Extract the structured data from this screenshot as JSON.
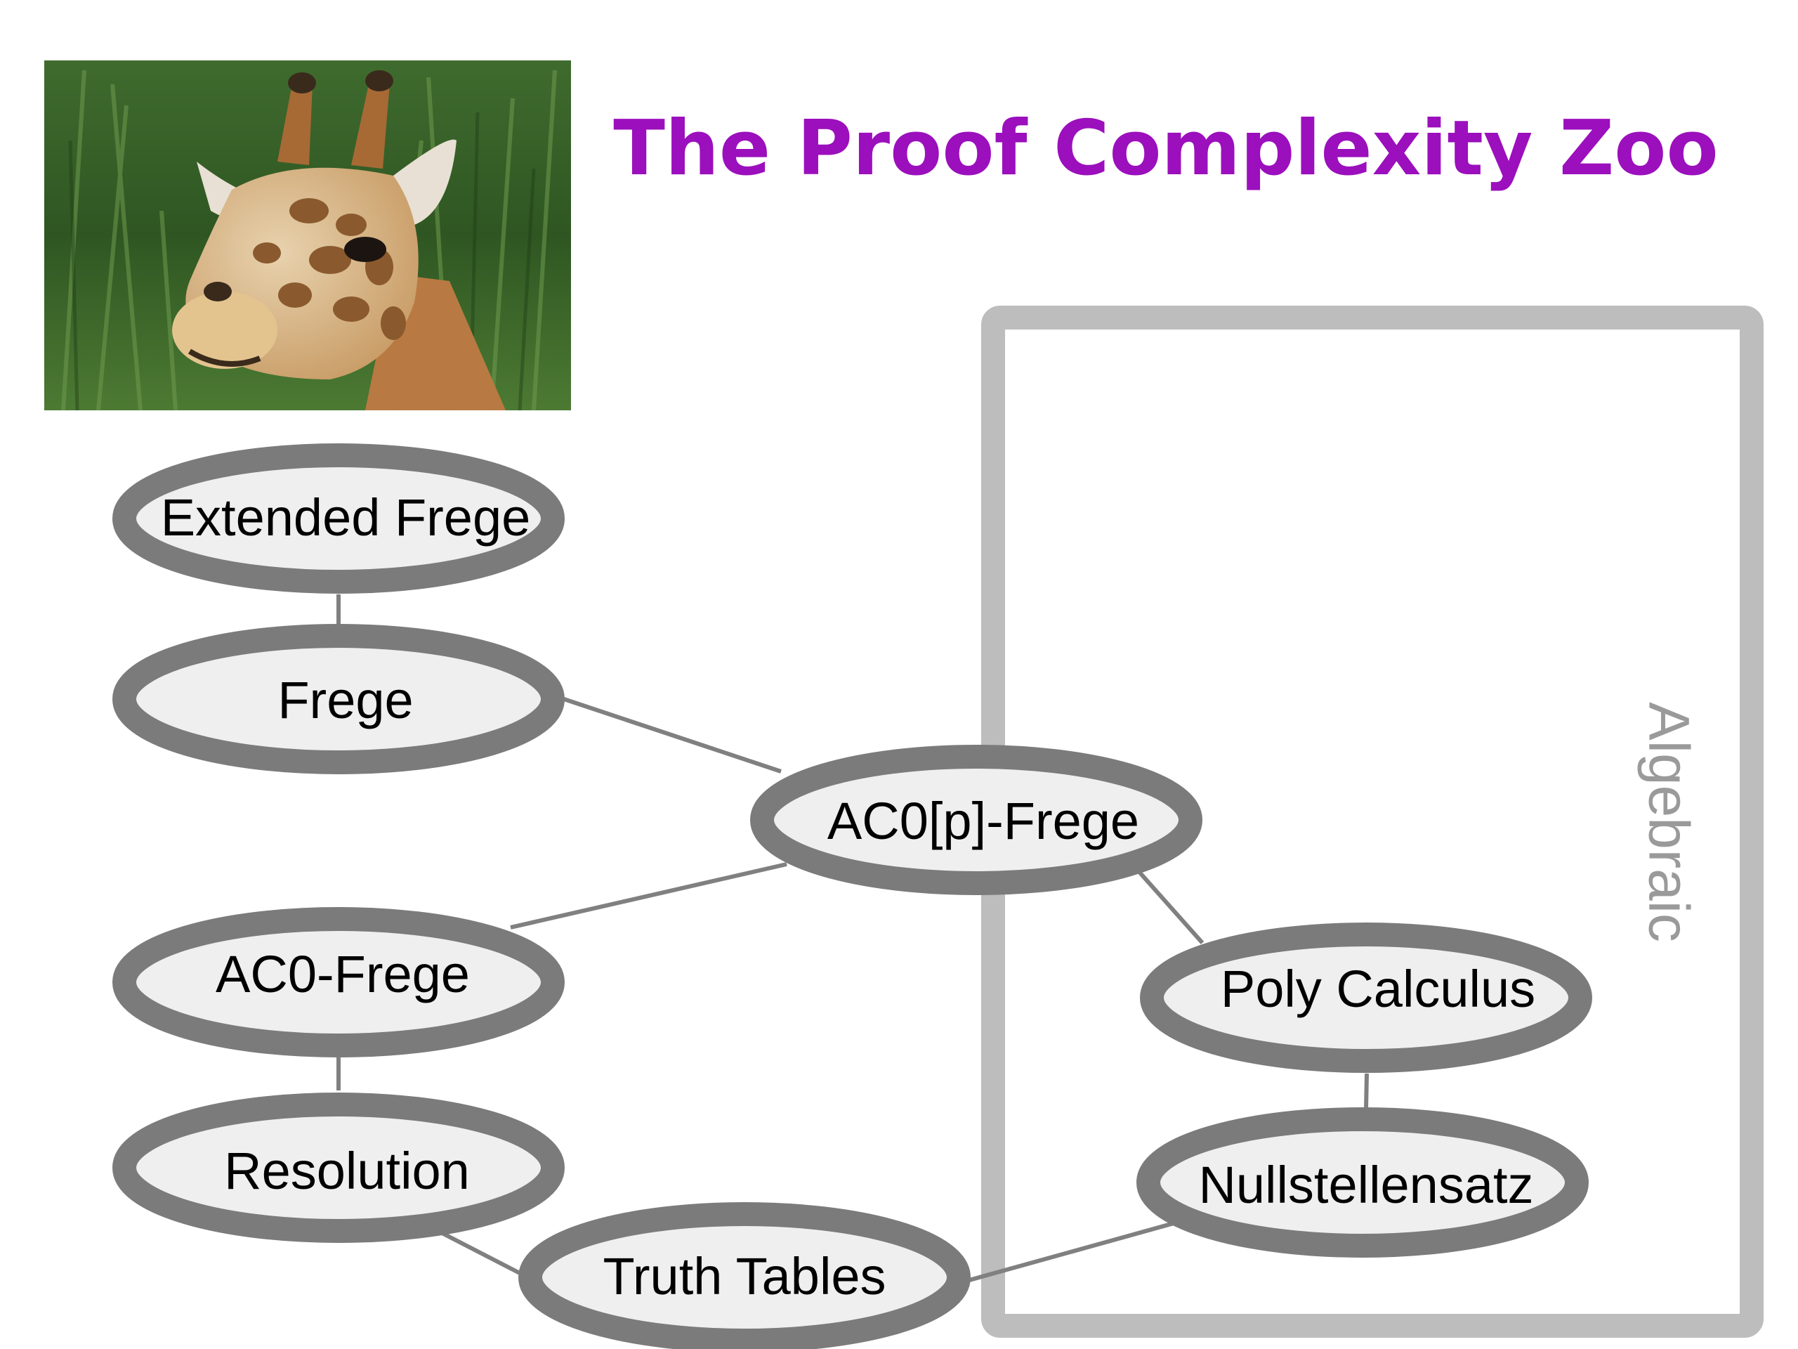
{
  "title": "The Proof Complexity Zoo",
  "colors": {
    "title": "#9b0fbd",
    "node_fill": "#efefef",
    "node_stroke": "#7b7b7b",
    "edge": "#808080",
    "group_box": "#bdbdbd",
    "group_label": "#9a9a9a"
  },
  "photo": {
    "subject": "giraffe-photo"
  },
  "group": {
    "label": "Algebraic"
  },
  "nodes": {
    "extended_frege": "Extended Frege",
    "frege": "Frege",
    "ac0p_frege": "AC0[p]-Frege",
    "ac0_frege": "AC0-Frege",
    "resolution": "Resolution",
    "truth_tables": "Truth Tables",
    "poly_calculus": "Poly Calculus",
    "nullstellensatz": "Nullstellensatz"
  },
  "edges": [
    {
      "from": "frege",
      "to": "extended_frege"
    },
    {
      "from": "ac0p_frege",
      "to": "frege"
    },
    {
      "from": "ac0_frege",
      "to": "ac0p_frege"
    },
    {
      "from": "poly_calculus",
      "to": "ac0p_frege"
    },
    {
      "from": "resolution",
      "to": "ac0_frege"
    },
    {
      "from": "truth_tables",
      "to": "resolution"
    },
    {
      "from": "truth_tables",
      "to": "nullstellensatz"
    },
    {
      "from": "nullstellensatz",
      "to": "poly_calculus"
    }
  ]
}
